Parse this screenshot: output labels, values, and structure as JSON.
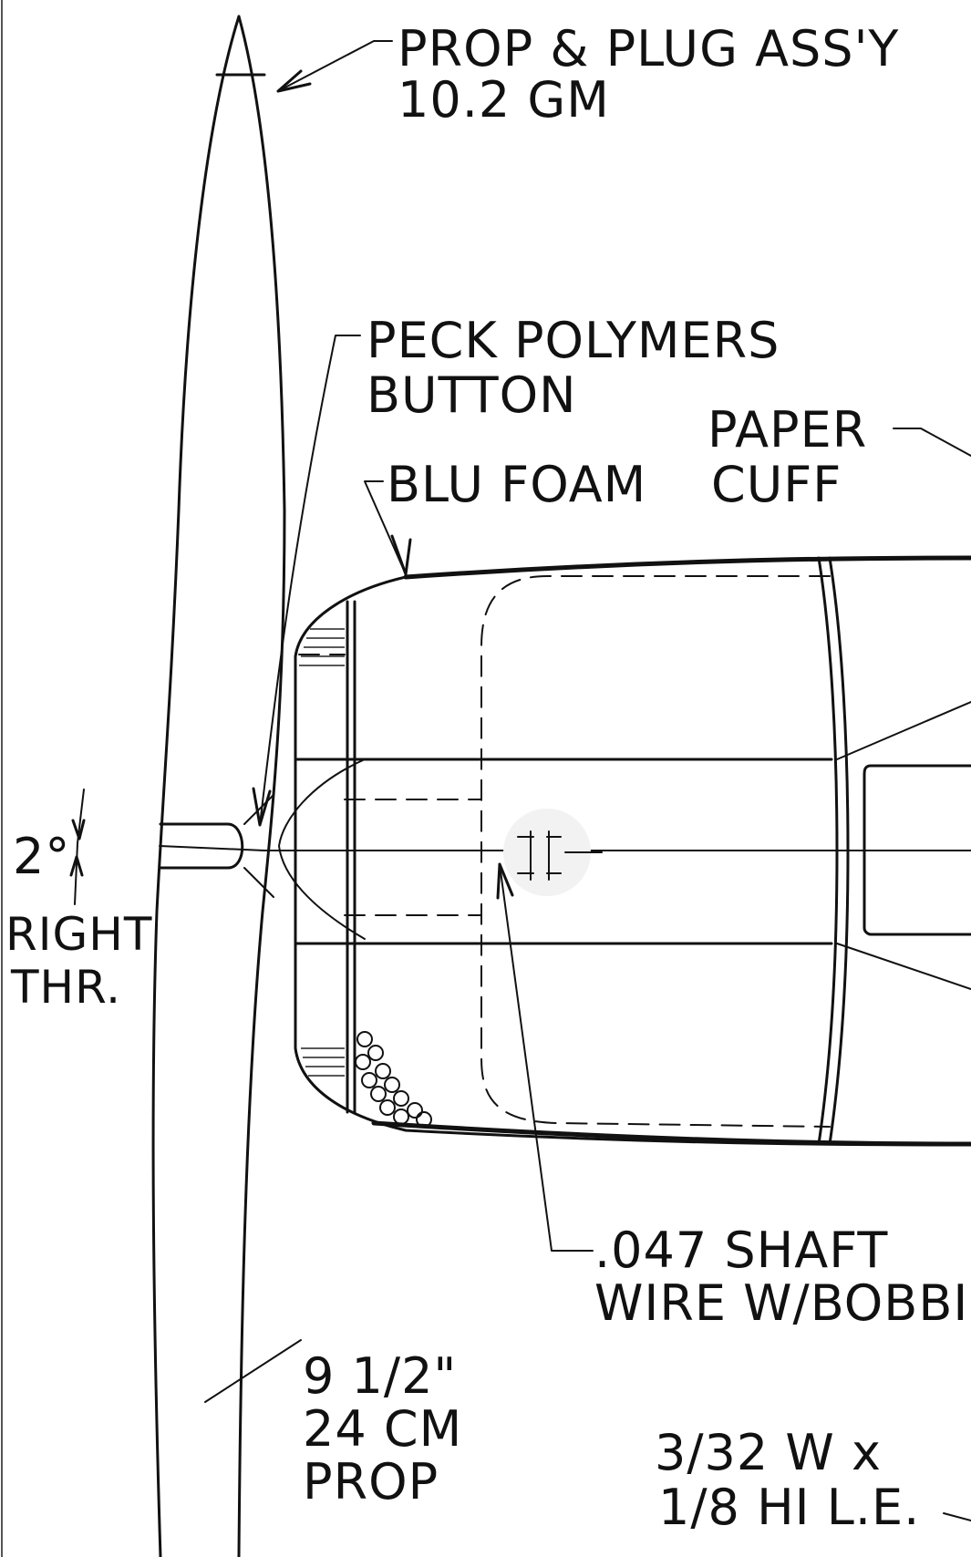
{
  "labels": {
    "prop_assy_line1": "PROP & PLUG ASS'Y",
    "prop_assy_line2": "10.2 GM",
    "peck_line1": "PECK POLYMERS",
    "peck_line2": "BUTTON",
    "paper_line1": "PAPER",
    "paper_line2": "CUFF",
    "blu_foam": "BLU FOAM",
    "thrust_angle": "2°",
    "right_thrust_line1": "RIGHT",
    "right_thrust_line2": "THR.",
    "shaft_line1": ".047 SHAFT",
    "shaft_line2": "WIRE W/BOBBIN",
    "prop_line1": "9 1/2\"",
    "prop_line2": "24 CM",
    "prop_line3": "PROP",
    "le_line1": "3/32 W x",
    "le_line2": "1/8 HI  L.E."
  }
}
